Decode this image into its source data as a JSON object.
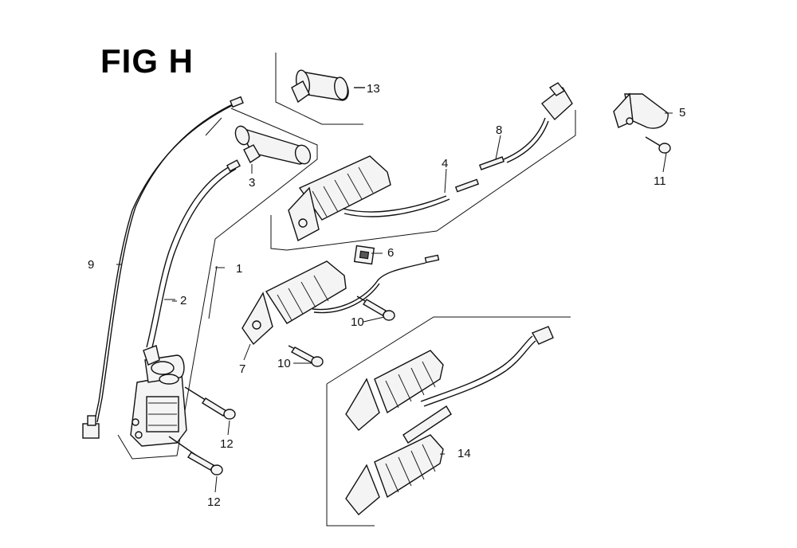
{
  "figure": {
    "title": "FIG H"
  },
  "callouts": [
    {
      "id": "1",
      "label": "1"
    },
    {
      "id": "2",
      "label": "2"
    },
    {
      "id": "3",
      "label": "3"
    },
    {
      "id": "4",
      "label": "4"
    },
    {
      "id": "5",
      "label": "5"
    },
    {
      "id": "6",
      "label": "6"
    },
    {
      "id": "7",
      "label": "7"
    },
    {
      "id": "8",
      "label": "8"
    },
    {
      "id": "9",
      "label": "9"
    },
    {
      "id": "10a",
      "label": "10"
    },
    {
      "id": "10b",
      "label": "10"
    },
    {
      "id": "11",
      "label": "11"
    },
    {
      "id": "12a",
      "label": "12"
    },
    {
      "id": "12b",
      "label": "12"
    },
    {
      "id": "13",
      "label": "13"
    },
    {
      "id": "14",
      "label": "14"
    }
  ]
}
